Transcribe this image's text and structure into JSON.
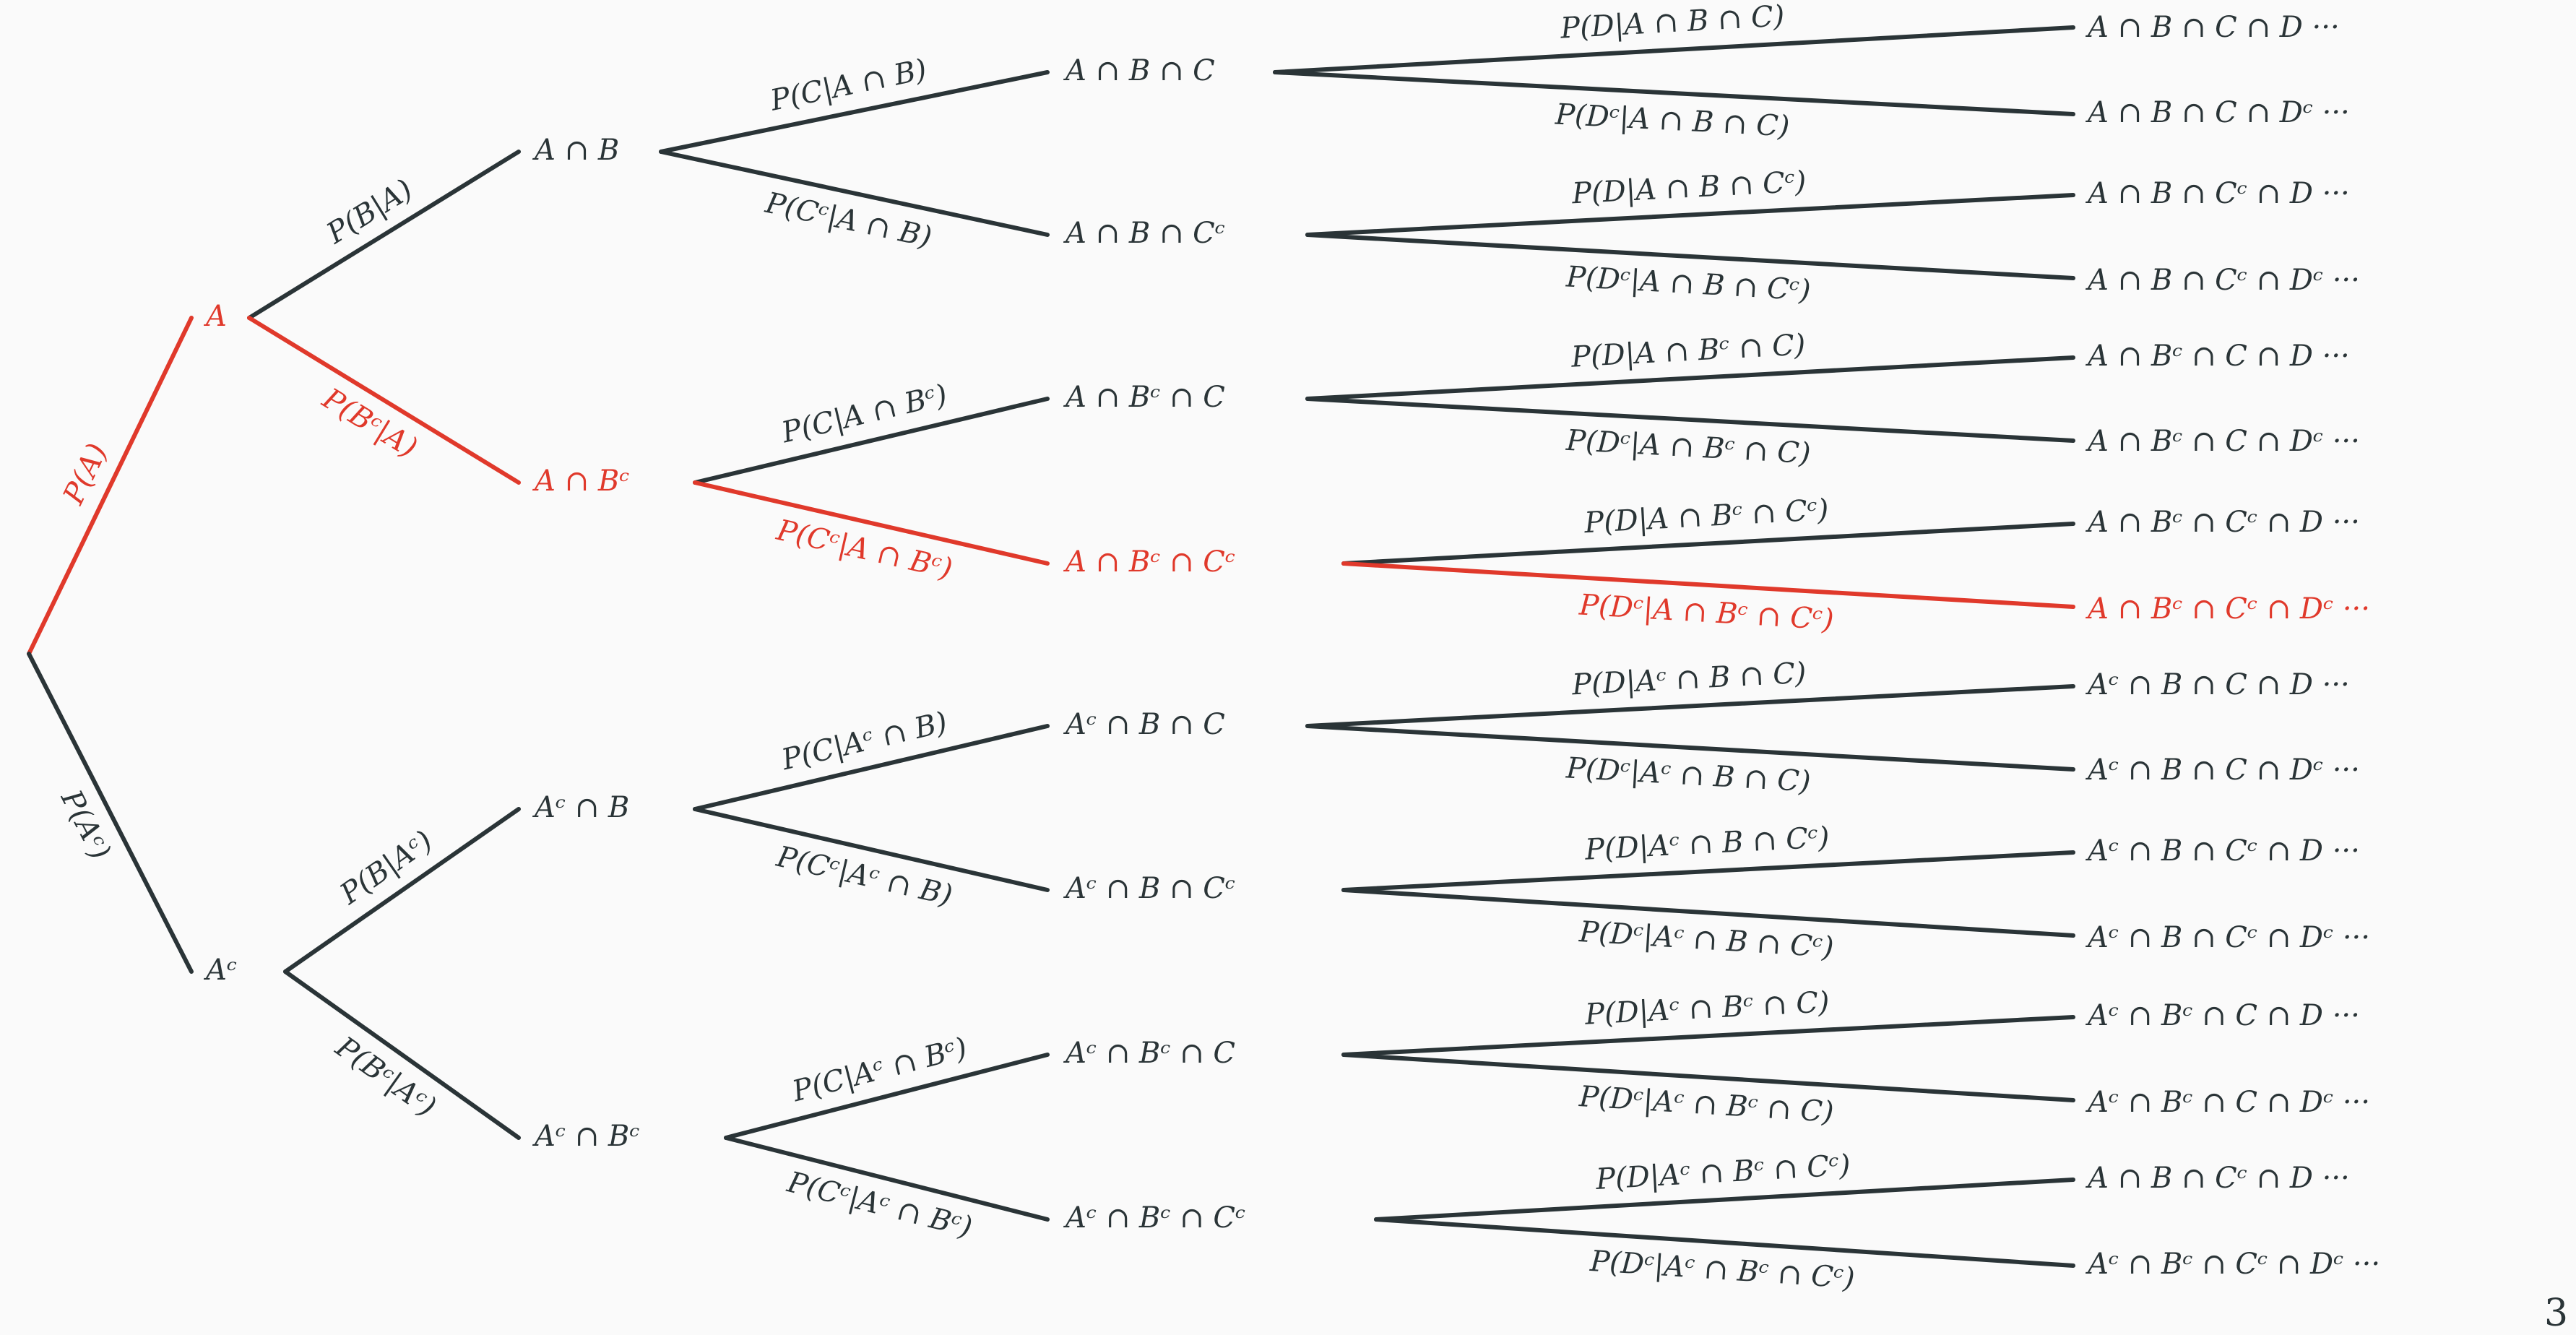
{
  "colors": {
    "ink": "#2a3437",
    "highlight": "#e0392b",
    "background": "#fafafa"
  },
  "page_number": "3",
  "nodes": [
    {
      "id": "root",
      "text": "",
      "highlight": true
    },
    {
      "id": "a",
      "text": "A",
      "highlight": true
    },
    {
      "id": "ac",
      "text": "Aᶜ",
      "highlight": false
    },
    {
      "id": "ab",
      "text": "A ∩ B",
      "highlight": false
    },
    {
      "id": "abc_",
      "text": "A ∩ Bᶜ",
      "highlight": true
    },
    {
      "id": "acb",
      "text": "Aᶜ ∩ B",
      "highlight": false
    },
    {
      "id": "acbc",
      "text": "Aᶜ ∩ Bᶜ",
      "highlight": false
    },
    {
      "id": "l3_1",
      "text": "A ∩ B ∩ C",
      "highlight": false
    },
    {
      "id": "l3_2",
      "text": "A ∩ B ∩ Cᶜ",
      "highlight": false
    },
    {
      "id": "l3_3",
      "text": "A ∩ Bᶜ ∩ C",
      "highlight": false
    },
    {
      "id": "l3_4",
      "text": "A ∩ Bᶜ ∩ Cᶜ",
      "highlight": true
    },
    {
      "id": "l3_5",
      "text": "Aᶜ ∩ B ∩ C",
      "highlight": false
    },
    {
      "id": "l3_6",
      "text": "Aᶜ ∩ B ∩ Cᶜ",
      "highlight": false
    },
    {
      "id": "l3_7",
      "text": "Aᶜ ∩ Bᶜ ∩ C",
      "highlight": false
    },
    {
      "id": "l3_8",
      "text": "Aᶜ ∩ Bᶜ ∩ Cᶜ",
      "highlight": false
    },
    {
      "id": "l4_1",
      "text": "A ∩ B ∩ C ∩ D ···",
      "highlight": false
    },
    {
      "id": "l4_2",
      "text": "A ∩ B ∩ C ∩ Dᶜ ···",
      "highlight": false
    },
    {
      "id": "l4_3",
      "text": "A ∩ B ∩ Cᶜ ∩ D ···",
      "highlight": false
    },
    {
      "id": "l4_4",
      "text": "A ∩ B ∩ Cᶜ ∩ Dᶜ ···",
      "highlight": false
    },
    {
      "id": "l4_5",
      "text": "A ∩ Bᶜ ∩ C ∩ D ···",
      "highlight": false
    },
    {
      "id": "l4_6",
      "text": "A ∩ Bᶜ ∩ C ∩ Dᶜ ···",
      "highlight": false
    },
    {
      "id": "l4_7",
      "text": "A ∩ Bᶜ ∩ Cᶜ ∩ D ···",
      "highlight": false
    },
    {
      "id": "l4_8",
      "text": "A ∩ Bᶜ ∩ Cᶜ ∩ Dᶜ ···",
      "highlight": true
    },
    {
      "id": "l4_9",
      "text": "Aᶜ ∩ B ∩ C ∩ D ···",
      "highlight": false
    },
    {
      "id": "l4_10",
      "text": "Aᶜ ∩ B ∩ C ∩ Dᶜ ···",
      "highlight": false
    },
    {
      "id": "l4_11",
      "text": "Aᶜ ∩ B ∩ Cᶜ ∩ D ···",
      "highlight": false
    },
    {
      "id": "l4_12",
      "text": "Aᶜ ∩ B ∩ Cᶜ ∩ Dᶜ ···",
      "highlight": false
    },
    {
      "id": "l4_13",
      "text": "Aᶜ ∩ Bᶜ ∩ C ∩ D ···",
      "highlight": false
    },
    {
      "id": "l4_14",
      "text": "Aᶜ ∩ Bᶜ ∩ C ∩ Dᶜ ···",
      "highlight": false
    },
    {
      "id": "l4_15",
      "text": "A ∩ B ∩ Cᶜ ∩ D ···",
      "highlight": false
    },
    {
      "id": "l4_16",
      "text": "Aᶜ ∩ Bᶜ ∩ Cᶜ ∩ Dᶜ ···",
      "highlight": false
    }
  ],
  "edges": [
    {
      "from": "root",
      "to": "a",
      "label": "P(A)",
      "highlight": true
    },
    {
      "from": "root",
      "to": "ac",
      "label": "P(Aᶜ)",
      "highlight": false
    },
    {
      "from": "a",
      "to": "ab",
      "label": "P(B|A)",
      "highlight": false
    },
    {
      "from": "a",
      "to": "abc_",
      "label": "P(Bᶜ|A)",
      "highlight": true
    },
    {
      "from": "ac",
      "to": "acb",
      "label": "P(B|Aᶜ)",
      "highlight": false
    },
    {
      "from": "ac",
      "to": "acbc",
      "label": "P(Bᶜ|Aᶜ)",
      "highlight": false
    },
    {
      "from": "ab",
      "to": "l3_1",
      "label": "P(C|A ∩ B)",
      "highlight": false
    },
    {
      "from": "ab",
      "to": "l3_2",
      "label": "P(Cᶜ|A ∩ B)",
      "highlight": false
    },
    {
      "from": "abc_",
      "to": "l3_3",
      "label": "P(C|A ∩ Bᶜ)",
      "highlight": false
    },
    {
      "from": "abc_",
      "to": "l3_4",
      "label": "P(Cᶜ|A ∩ Bᶜ)",
      "highlight": true
    },
    {
      "from": "acb",
      "to": "l3_5",
      "label": "P(C|Aᶜ ∩ B)",
      "highlight": false
    },
    {
      "from": "acb",
      "to": "l3_6",
      "label": "P(Cᶜ|Aᶜ ∩ B)",
      "highlight": false
    },
    {
      "from": "acbc",
      "to": "l3_7",
      "label": "P(C|Aᶜ ∩ Bᶜ)",
      "highlight": false
    },
    {
      "from": "acbc",
      "to": "l3_8",
      "label": "P(Cᶜ|Aᶜ ∩ Bᶜ)",
      "highlight": false
    },
    {
      "from": "l3_1",
      "to": "l4_1",
      "label": "P(D|A ∩ B ∩ C)",
      "highlight": false
    },
    {
      "from": "l3_1",
      "to": "l4_2",
      "label": "P(Dᶜ|A ∩ B ∩ C)",
      "highlight": false
    },
    {
      "from": "l3_2",
      "to": "l4_3",
      "label": "P(D|A ∩ B ∩ Cᶜ)",
      "highlight": false
    },
    {
      "from": "l3_2",
      "to": "l4_4",
      "label": "P(Dᶜ|A ∩ B ∩ Cᶜ)",
      "highlight": false
    },
    {
      "from": "l3_3",
      "to": "l4_5",
      "label": "P(D|A ∩ Bᶜ ∩ C)",
      "highlight": false
    },
    {
      "from": "l3_3",
      "to": "l4_6",
      "label": "P(Dᶜ|A ∩ Bᶜ ∩ C)",
      "highlight": false
    },
    {
      "from": "l3_4",
      "to": "l4_7",
      "label": "P(D|A ∩ Bᶜ ∩ Cᶜ)",
      "highlight": false
    },
    {
      "from": "l3_4",
      "to": "l4_8",
      "label": "P(Dᶜ|A ∩ Bᶜ ∩ Cᶜ)",
      "highlight": true
    },
    {
      "from": "l3_5",
      "to": "l4_9",
      "label": "P(D|Aᶜ ∩ B ∩ C)",
      "highlight": false
    },
    {
      "from": "l3_5",
      "to": "l4_10",
      "label": "P(Dᶜ|Aᶜ ∩ B ∩ C)",
      "highlight": false
    },
    {
      "from": "l3_6",
      "to": "l4_11",
      "label": "P(D|Aᶜ ∩ B ∩ Cᶜ)",
      "highlight": false
    },
    {
      "from": "l3_6",
      "to": "l4_12",
      "label": "P(Dᶜ|Aᶜ ∩ B ∩ Cᶜ)",
      "highlight": false
    },
    {
      "from": "l3_7",
      "to": "l4_13",
      "label": "P(D|Aᶜ ∩ Bᶜ ∩ C)",
      "highlight": false
    },
    {
      "from": "l3_7",
      "to": "l4_14",
      "label": "P(Dᶜ|Aᶜ ∩ Bᶜ ∩ C)",
      "highlight": false
    },
    {
      "from": "l3_8",
      "to": "l4_15",
      "label": "P(D|Aᶜ ∩ Bᶜ ∩ Cᶜ)",
      "highlight": false
    },
    {
      "from": "l3_8",
      "to": "l4_16",
      "label": "P(Dᶜ|Aᶜ ∩ Bᶜ ∩ Cᶜ)",
      "highlight": false
    }
  ]
}
